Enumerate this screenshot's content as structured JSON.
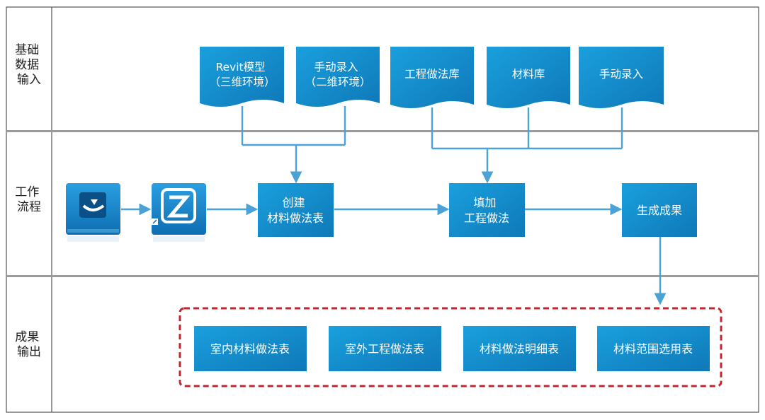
{
  "lanes": [
    {
      "label_lines": [
        "基础",
        "数据",
        "输入"
      ]
    },
    {
      "label_lines": [
        "工作",
        "流程"
      ]
    },
    {
      "label_lines": [
        "成果",
        "输出"
      ]
    }
  ],
  "inputs": [
    {
      "lines": [
        "Revit模型",
        "（三维环境）"
      ]
    },
    {
      "lines": [
        "手动录入",
        "（二维环境）"
      ]
    },
    {
      "lines": [
        "工程做法库"
      ]
    },
    {
      "lines": [
        "材料库"
      ]
    },
    {
      "lines": [
        "手动录入"
      ]
    }
  ],
  "process": [
    {
      "lines": [
        "创建",
        "材料做法表"
      ]
    },
    {
      "lines": [
        "填加",
        "工程做法"
      ]
    },
    {
      "lines": [
        "生成成果"
      ]
    }
  ],
  "outputs": [
    {
      "label": "室内材料做法表"
    },
    {
      "label": "室外工程做法表"
    },
    {
      "label": "材料做法明细表"
    },
    {
      "label": "材料范围选用表"
    }
  ],
  "app_icons": [
    {
      "icon": "software-icon-1"
    },
    {
      "icon": "software-icon-2"
    }
  ],
  "colors": {
    "box": "#1690cf",
    "box_dark": "#0f6fa8",
    "arrow": "#4aa2d6",
    "lane_border": "#555555",
    "dashed": "#c0262d"
  }
}
